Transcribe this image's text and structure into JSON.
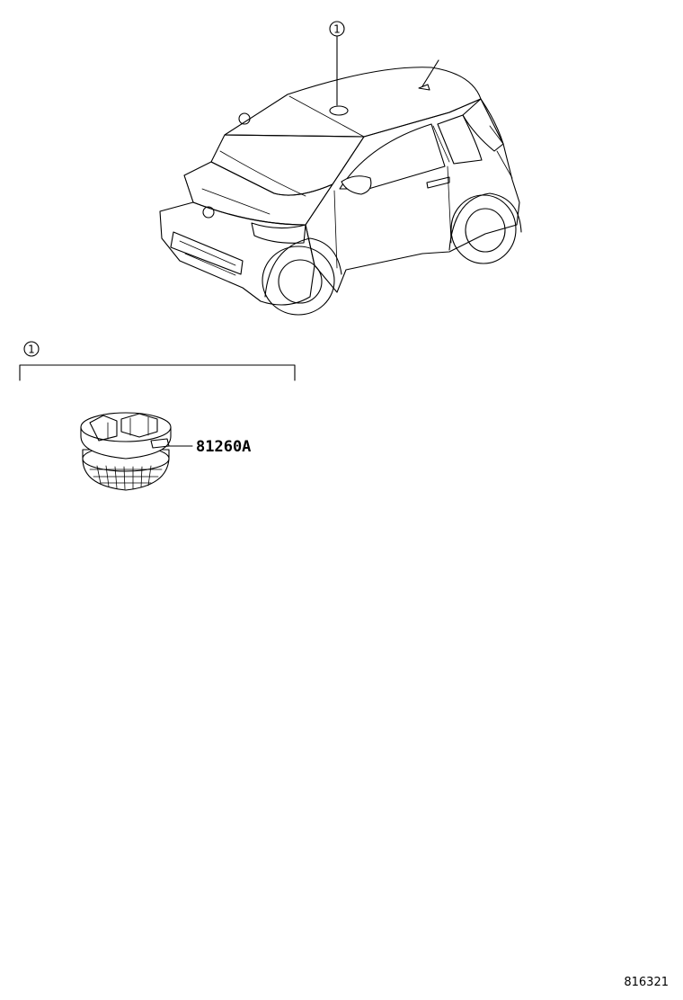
{
  "callouts": {
    "car_marker": "1",
    "group_marker": "1"
  },
  "parts": [
    {
      "label": "81260A"
    }
  ],
  "drawing_number": "816321"
}
